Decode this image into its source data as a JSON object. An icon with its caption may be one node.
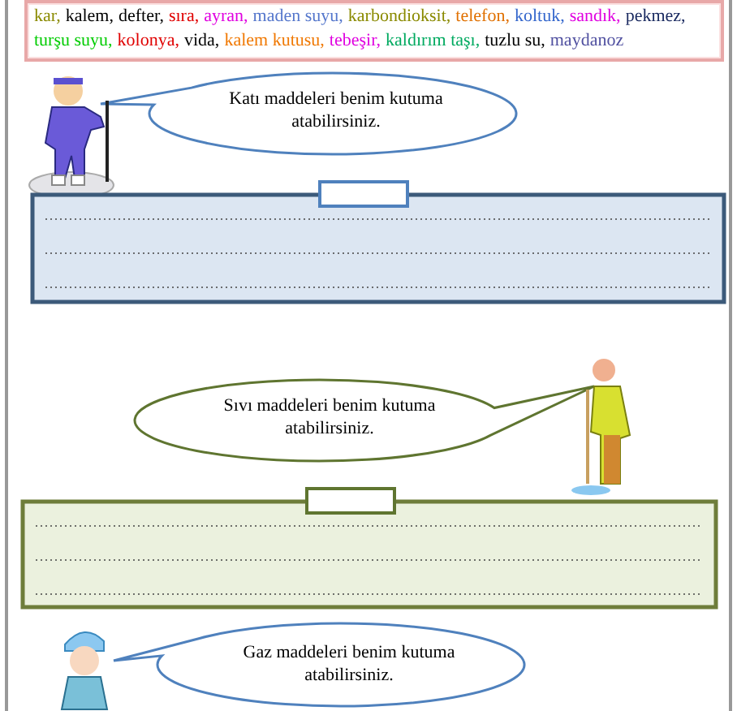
{
  "diagram": {
    "nodes": [
      {
        "text": [
          "Katı maddeleri benim kutuma atabilirsiniz."
        ]
      },
      {
        "text": [],
        "shape": "person"
      },
      {
        "text": [],
        "shape": "box"
      },
      {
        "text": [],
        "shape": "box",
        "in": 2
      },
      {
        "text": [
          "Sıvı maddeleri benim kutuma atabilirsiniz."
        ]
      },
      {
        "text": [],
        "shape": "person"
      },
      {
        "text": [],
        "shape": "box"
      },
      {
        "text": [],
        "shape": "box",
        "in": 6
      },
      {
        "text": [
          "Gaz maddeleri benim kutuma atabilirsiniz."
        ]
      },
      {
        "text": [],
        "shape": "person"
      }
    ],
    "edges": [],
    "labels": [
      "kar,",
      "kalem,",
      "defter,",
      "sıra,",
      "ayran,",
      "maden suyu,",
      "karbondioksit,",
      "telefon,",
      "koltuk,",
      "sandık,",
      "pekmez,",
      "turşu suyu,",
      "kolonya,",
      "vida,",
      "kalem kutusu,",
      "tebeşir,",
      "kaldırım taşı,",
      "tuzlu su,",
      "maydanoz"
    ]
  }
}
